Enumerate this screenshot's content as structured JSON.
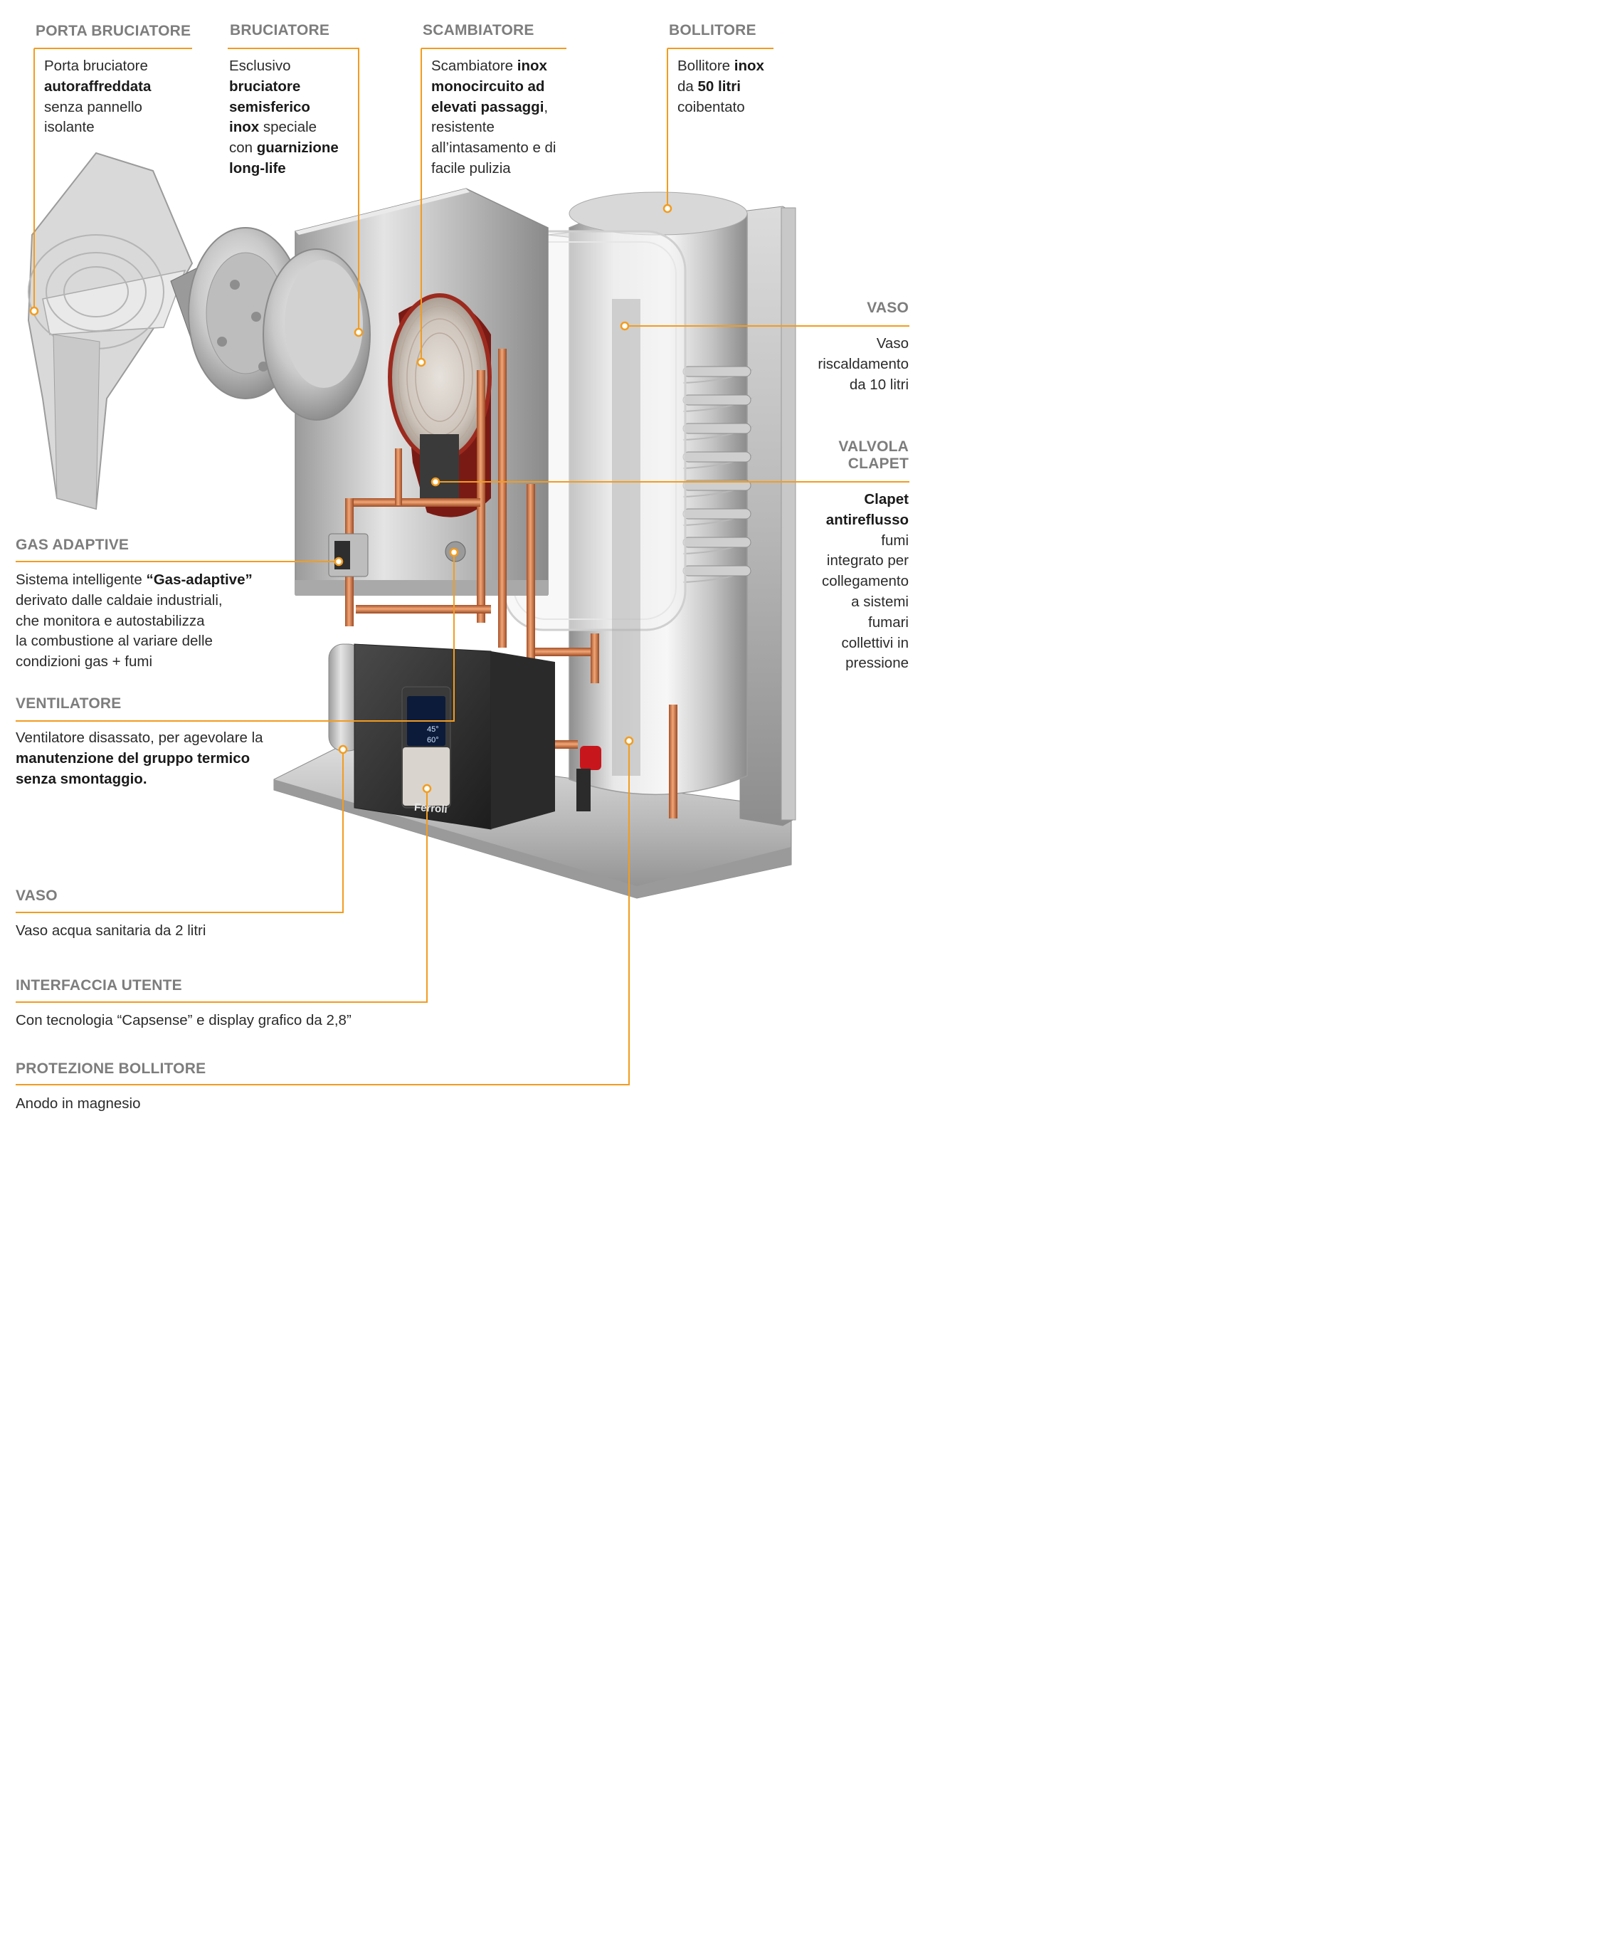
{
  "accent_color": "#f39c1e",
  "callouts": {
    "porta_bruciatore": {
      "title": "PORTA BRUCIATORE",
      "lines": [
        [
          "Porta bruciatore"
        ],
        [
          "",
          "autoraffreddata"
        ],
        [
          "senza pannello"
        ],
        [
          "isolante"
        ]
      ]
    },
    "bruciatore": {
      "title": "BRUCIATORE",
      "lines": [
        [
          "Esclusivo"
        ],
        [
          "",
          "bruciatore"
        ],
        [
          "",
          "semisferico"
        ],
        [
          "",
          "inox",
          " speciale"
        ],
        [
          "con ",
          "guarnizione"
        ],
        [
          "",
          "long-life"
        ]
      ]
    },
    "scambiatore": {
      "title": "SCAMBIATORE",
      "lines": [
        [
          "Scambiatore ",
          "inox"
        ],
        [
          "",
          "monocircuito ad"
        ],
        [
          "",
          "elevati passaggi",
          ","
        ],
        [
          "resistente"
        ],
        [
          "all’intasamento e di"
        ],
        [
          "facile pulizia"
        ]
      ]
    },
    "bollitore": {
      "title": "BOLLITORE",
      "lines": [
        [
          "Bollitore ",
          "inox"
        ],
        [
          "da ",
          "50 litri"
        ],
        [
          "coibentato"
        ]
      ]
    },
    "vaso_riscaldamento": {
      "title": "VASO",
      "lines": [
        [
          "Vaso"
        ],
        [
          "riscaldamento"
        ],
        [
          "da 10 litri"
        ]
      ]
    },
    "valvola_clapet": {
      "title_lines": [
        "VALVOLA",
        "CLAPET"
      ],
      "lines": [
        [
          "",
          "Clapet"
        ],
        [
          "",
          "antireflusso"
        ],
        [
          "fumi"
        ],
        [
          "integrato per"
        ],
        [
          "collegamento"
        ],
        [
          "a sistemi"
        ],
        [
          "fumari"
        ],
        [
          "collettivi in"
        ],
        [
          "pressione"
        ]
      ]
    },
    "gas_adaptive": {
      "title": "GAS ADAPTIVE",
      "lines": [
        [
          "Sistema intelligente ",
          "“Gas-adaptive”"
        ],
        [
          "derivato dalle caldaie industriali,"
        ],
        [
          "che monitora e autostabilizza"
        ],
        [
          "la combustione al variare delle"
        ],
        [
          "condizioni gas + fumi"
        ]
      ]
    },
    "ventilatore": {
      "title": "VENTILATORE",
      "lines": [
        [
          "Ventilatore disassato, per agevolare la"
        ],
        [
          "",
          "manutenzione del gruppo termico"
        ],
        [
          "",
          "senza smontaggio."
        ]
      ]
    },
    "vaso_sanitaria": {
      "title": "VASO",
      "lines": [
        [
          "Vaso acqua sanitaria da 2 litri"
        ]
      ]
    },
    "interfaccia_utente": {
      "title": "INTERFACCIA UTENTE",
      "lines": [
        [
          "Con tecnologia “Capsense” e display grafico da 2,8”"
        ]
      ]
    },
    "protezione_bollitore": {
      "title": "PROTEZIONE BOLLITORE",
      "lines": [
        [
          "Anodo in magnesio"
        ]
      ]
    }
  },
  "product": {
    "brand": "Ferroli",
    "display_values": [
      "45°",
      "60°"
    ]
  }
}
